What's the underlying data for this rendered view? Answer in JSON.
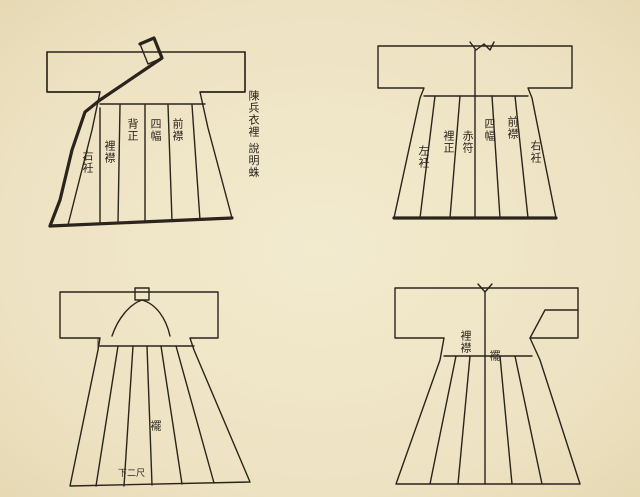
{
  "labels": {
    "d1_side": "陳兵衣裡 說明蛛",
    "d1_front_a": "前襟",
    "d1_front_b": "四幅",
    "d1_back": "背正",
    "d1_inner": "裡襟",
    "d1_right_side": "右衽",
    "d2_front_a": "前襟",
    "d2_front_b": "四幅",
    "d2_back": "赤符",
    "d2_inner": "裡正",
    "d2_right": "右衽",
    "d2_left": "左衽",
    "d3_center": "襬",
    "d3_bottom": "下二尺",
    "d4_inner": "裡襟",
    "d4_center": "襬"
  },
  "colors": {
    "paper": "#efe6c8",
    "ink": "#2a241c"
  }
}
